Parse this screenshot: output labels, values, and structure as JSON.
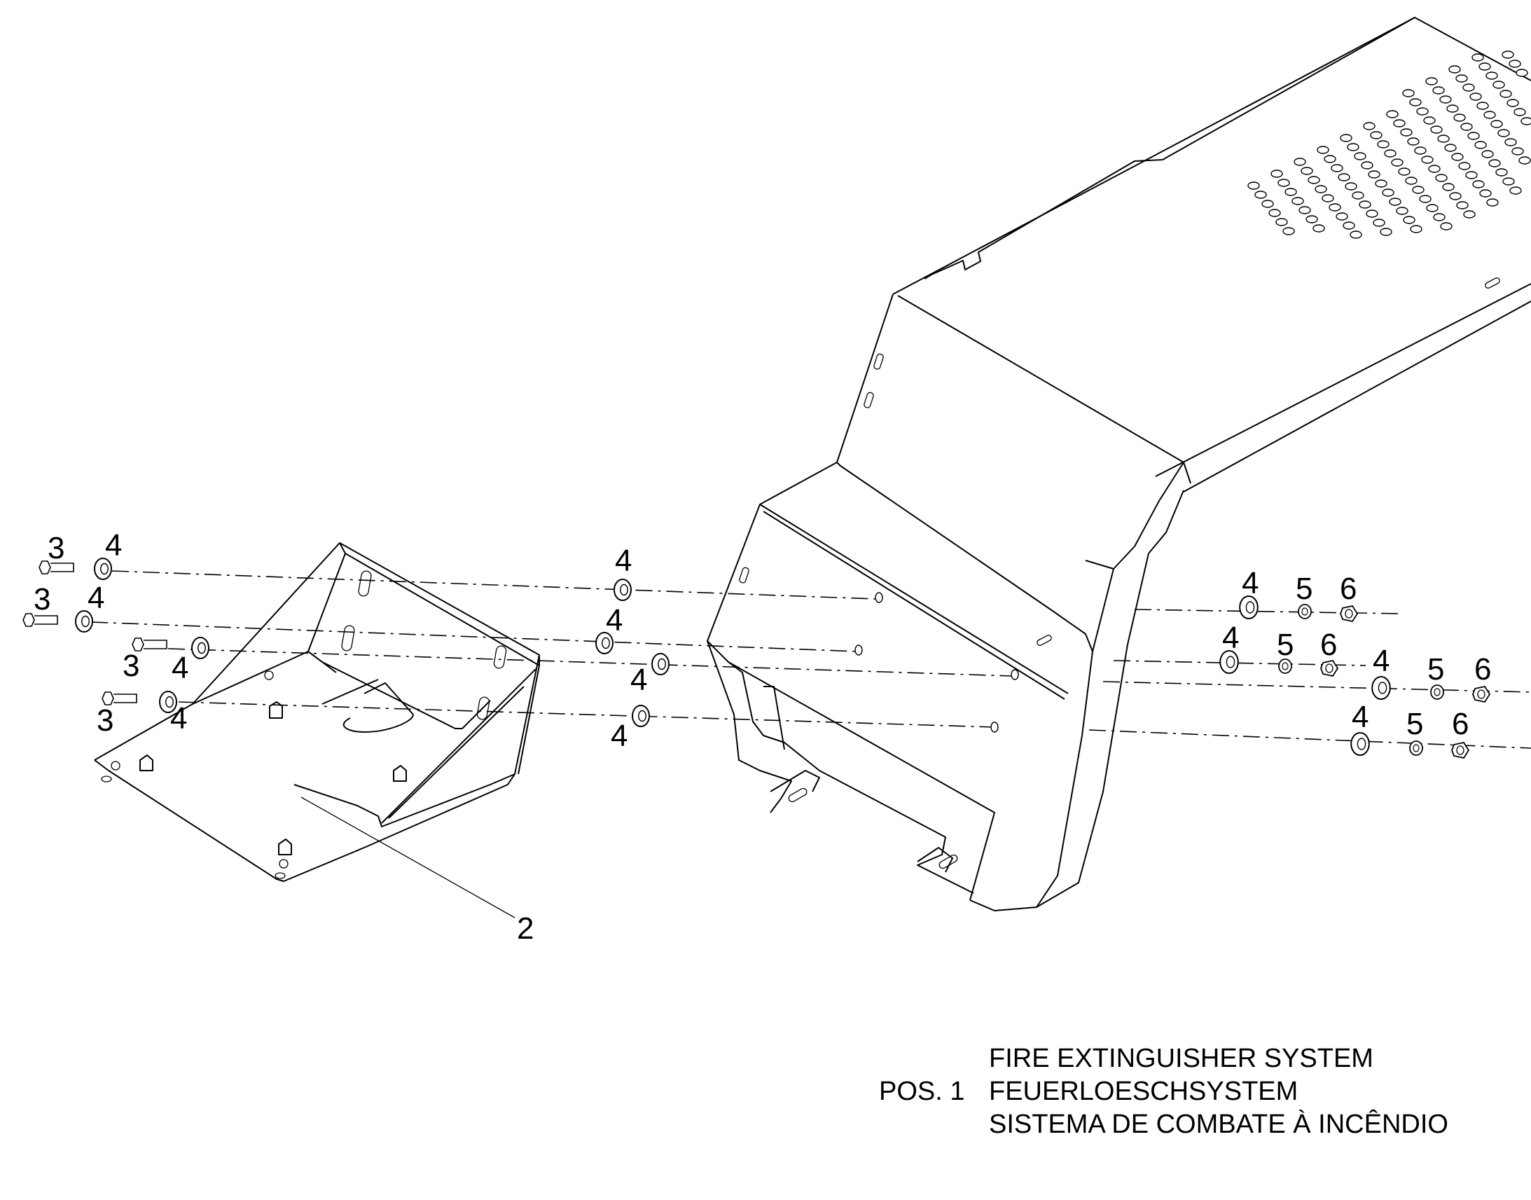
{
  "callouts": {
    "c2": "2",
    "c3": "3",
    "c4": "4",
    "c5": "5",
    "c6": "6"
  },
  "caption": {
    "pos": "POS. 1",
    "line1": "FIRE EXTINGUISHER SYSTEM",
    "line2": "FEUERLOESCHSYSTEM",
    "line3": "SISTEMA DE COMBATE À INCÊNDIO"
  },
  "colors": {
    "ink": "#000000",
    "paper": "#ffffff"
  }
}
